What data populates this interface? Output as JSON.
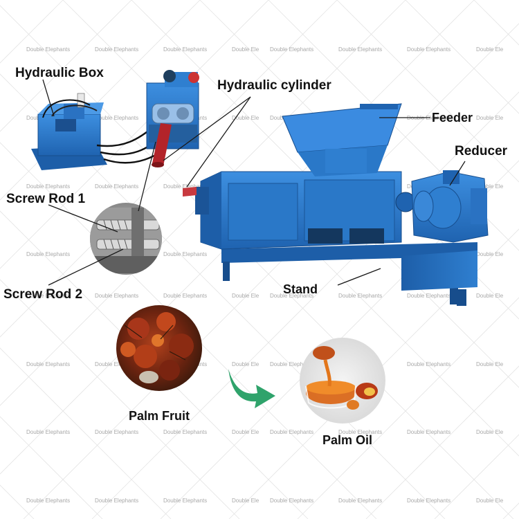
{
  "labels": {
    "hydraulic_box": "Hydraulic Box",
    "hydraulic_cylinder": "Hydraulic cylinder",
    "feeder": "Feeder",
    "reducer": "Reducer",
    "screw_rod_1": "Screw Rod 1",
    "screw_rod_2": "Screw Rod 2",
    "stand": "Stand",
    "palm_fruit": "Palm Fruit",
    "palm_oil": "Palm Oil"
  },
  "watermark": {
    "full": "Double Elephants",
    "truncated": "Double Ele"
  },
  "colors": {
    "machine_blue": "#2f7fd0",
    "machine_dark": "#1d5ea8",
    "arrow_green": "#2fa36b",
    "oil_orange": "#e2761b",
    "fruit_red": "#8a2a12"
  },
  "icons": {
    "flow_arrow": "curved-arrow-icon"
  }
}
